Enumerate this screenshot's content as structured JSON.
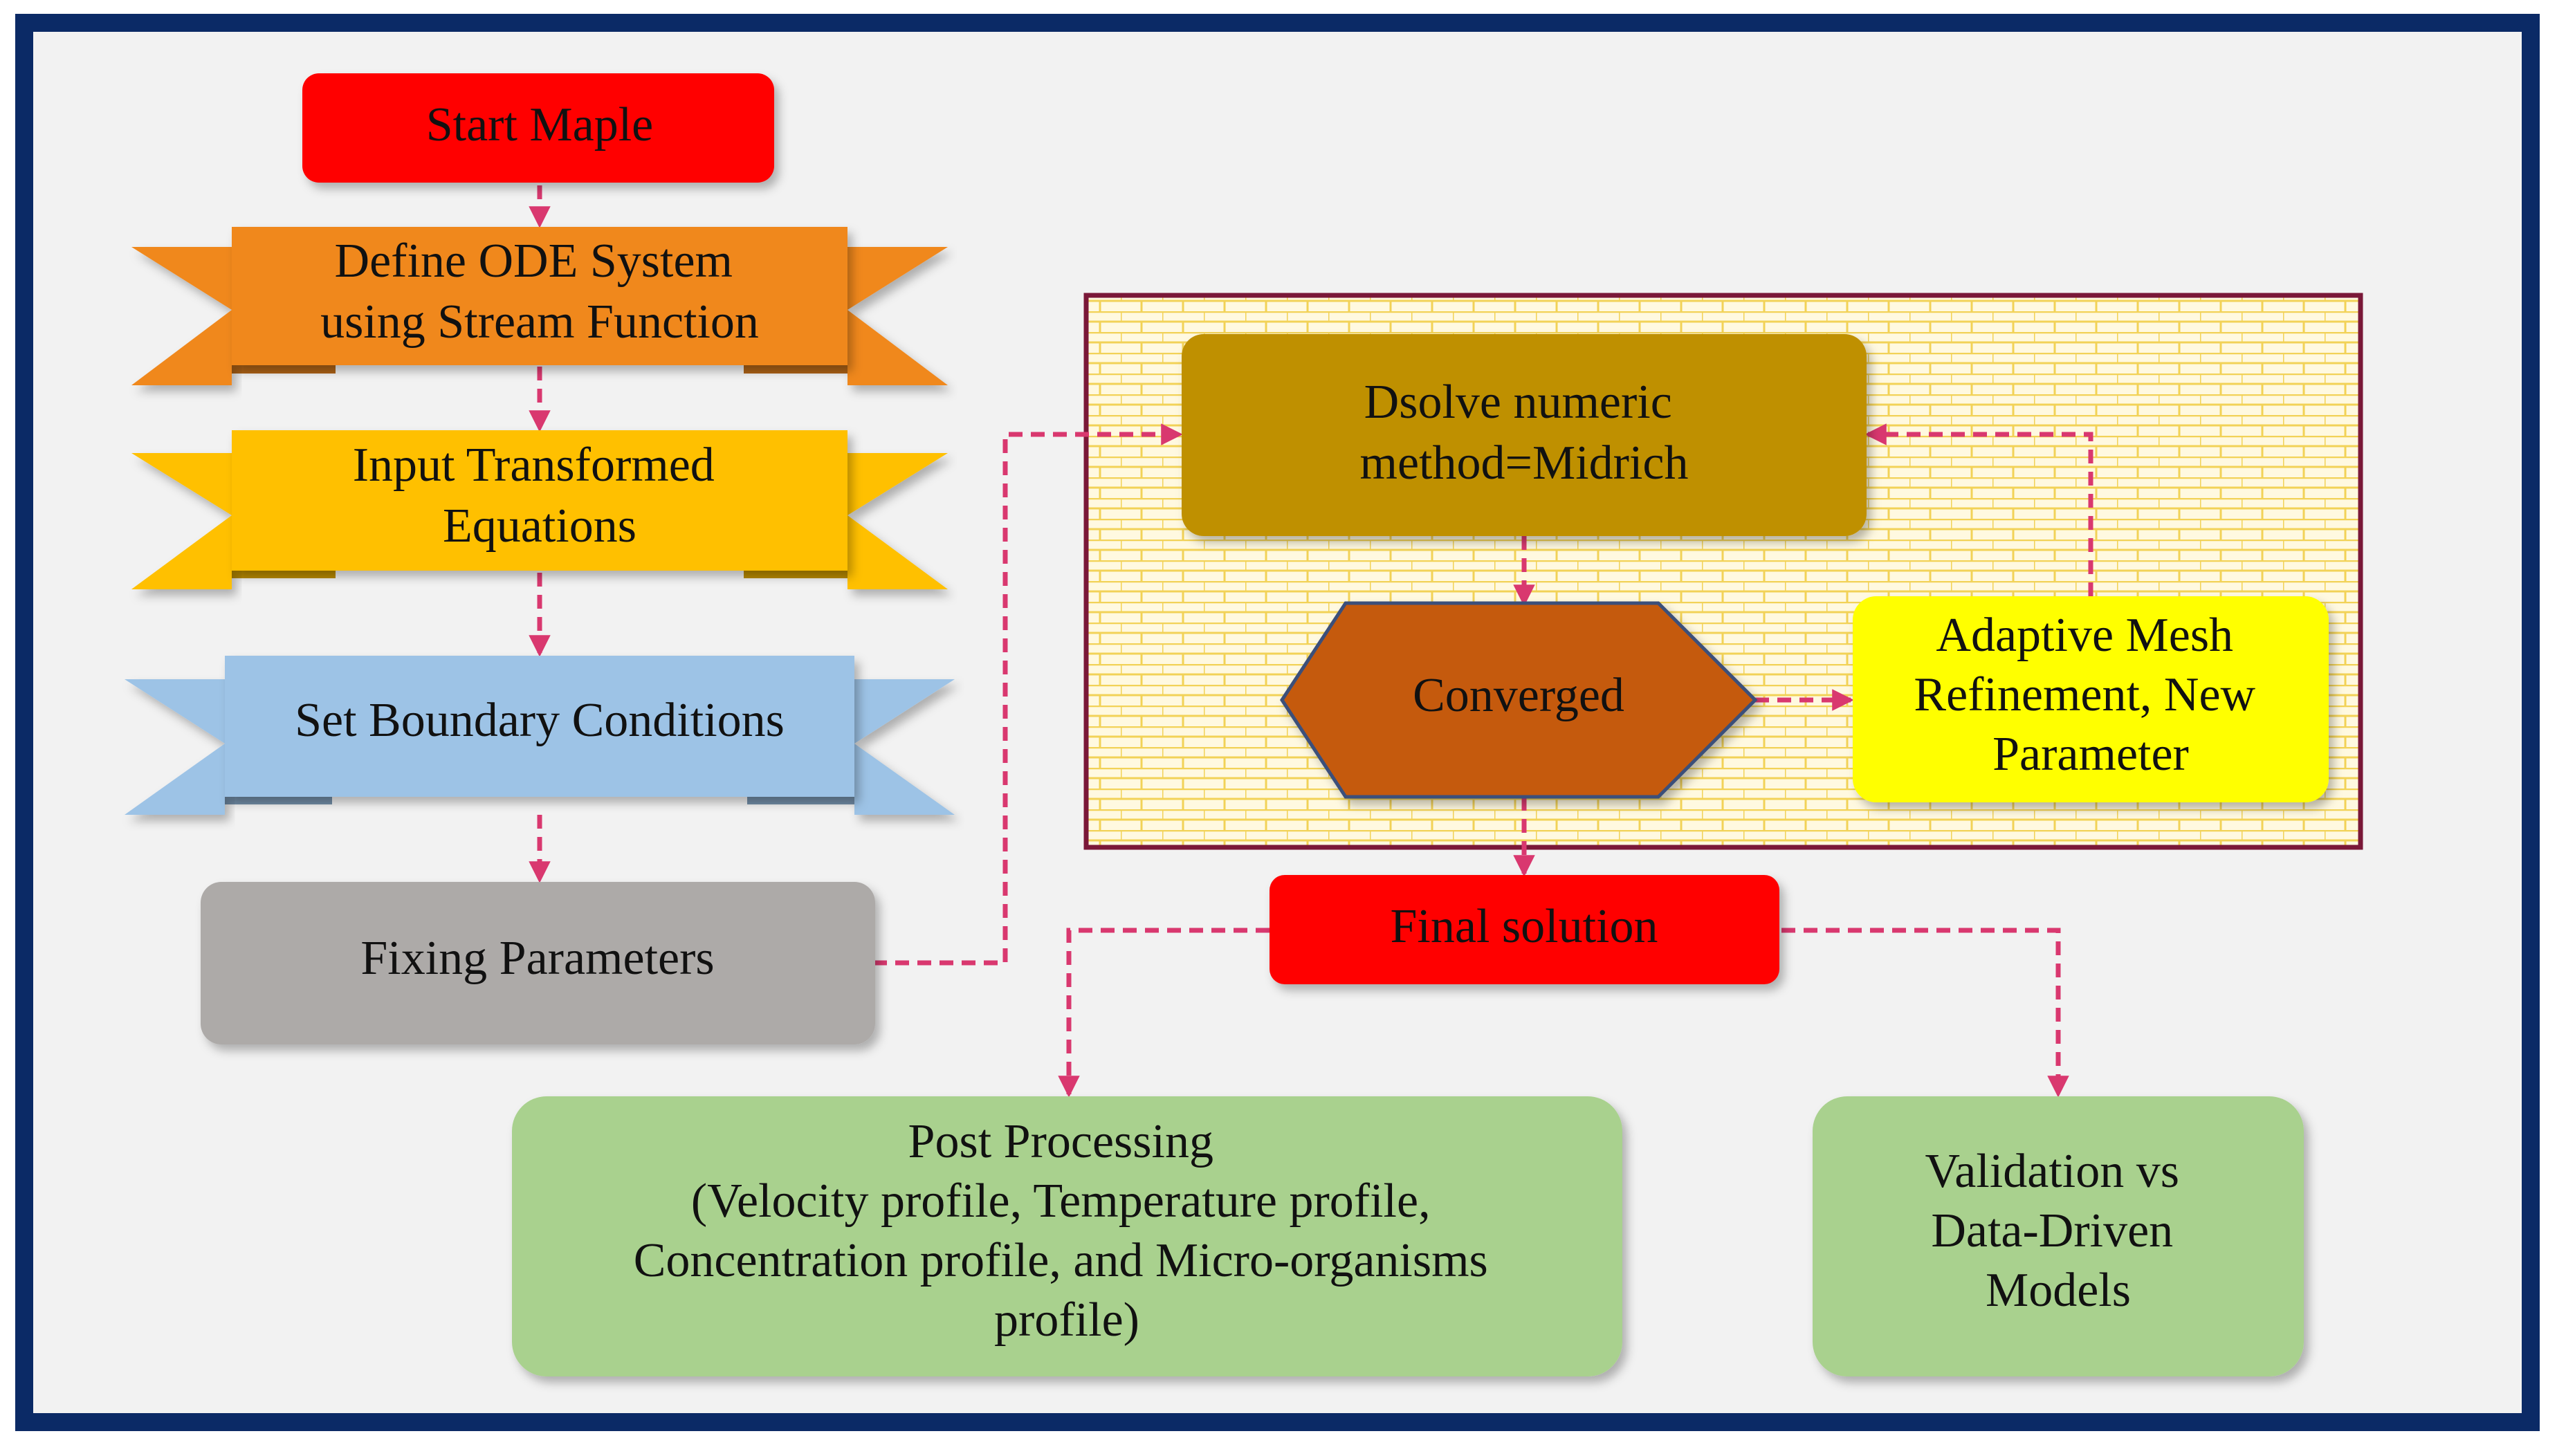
{
  "colors": {
    "frame_border": "#0b2a66",
    "background": "#f2f2f2",
    "arrow": "#d9386f",
    "panel_border": "#7a1838",
    "panel_brick": "#f2d257"
  },
  "nodes": {
    "start": {
      "lines": [
        "Start Maple"
      ],
      "fill": "#ff0000"
    },
    "define": {
      "lines": [
        "Define ODE System",
        "using Stream Function"
      ],
      "fill": "#f0881f"
    },
    "input": {
      "lines": [
        "Input Transformed",
        "Equations"
      ],
      "fill": "#ffc000"
    },
    "boundary": {
      "lines": [
        "Set Boundary Conditions"
      ],
      "fill": "#9dc3e6"
    },
    "fixing": {
      "lines": [
        "Fixing Parameters"
      ],
      "fill": "#adaaa8"
    },
    "dsolve": {
      "lines": [
        "Dsolve numeric",
        "method=Midrich"
      ],
      "fill": "#bf9000"
    },
    "converged": {
      "lines": [
        "Converged"
      ],
      "fill": "#c55a11"
    },
    "adaptive": {
      "lines": [
        "Adaptive Mesh",
        "Refinement, New",
        "Parameter"
      ],
      "fill": "#ffff00"
    },
    "final": {
      "lines": [
        "Final solution"
      ],
      "fill": "#ff0000"
    },
    "post": {
      "lines": [
        "Post Processing",
        "(Velocity profile, Temperature  profile,",
        "Concentration profile, and Micro-organisms",
        "profile)"
      ],
      "fill": "#a9d18e"
    },
    "validation": {
      "lines": [
        "Validation vs",
        "Data-Driven",
        "Models"
      ],
      "fill": "#a9d18e"
    }
  }
}
